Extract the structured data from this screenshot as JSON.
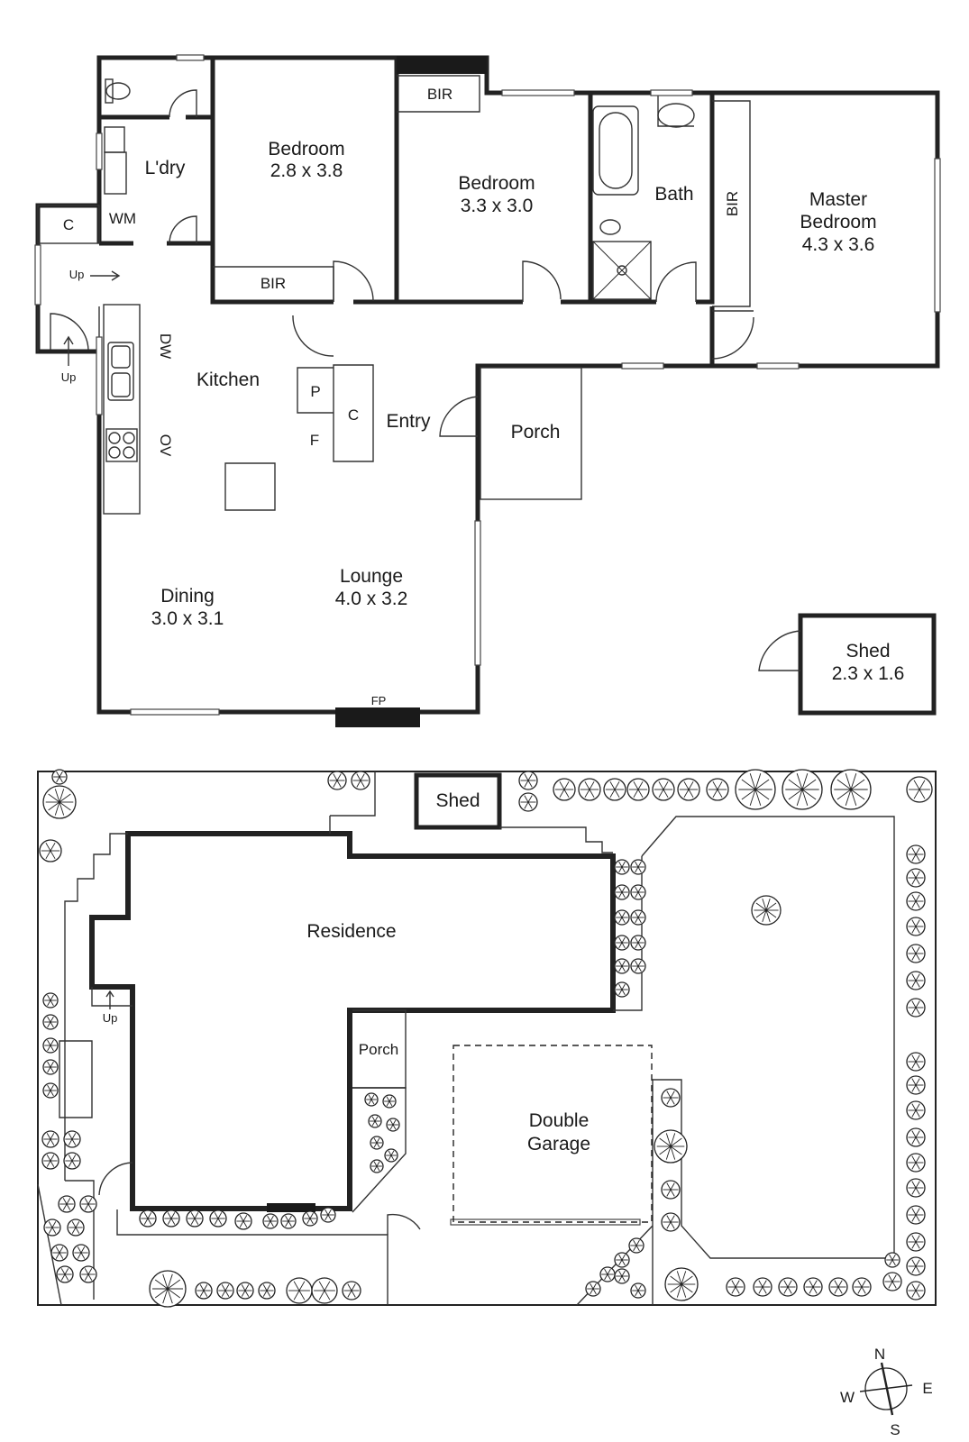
{
  "floor_plan": {
    "rooms": {
      "laundry": "L'dry",
      "washing_machine": "WM",
      "cupboard_c1": "C",
      "bedroom2_name": "Bedroom",
      "bedroom2_size": "2.8 x 3.8",
      "bir_top": "BIR",
      "bedroom3_name": "Bedroom",
      "bedroom3_size": "3.3 x 3.0",
      "bath": "Bath",
      "bir_master": "BIR",
      "master_name_1": "Master",
      "master_name_2": "Bedroom",
      "master_size": "4.3 x 3.6",
      "bir_bed2": "BIR",
      "kitchen": "Kitchen",
      "dishwasher": "DW",
      "oven": "OV",
      "pantry": "P",
      "fridge": "F",
      "cupboard_c2": "C",
      "entry": "Entry",
      "porch": "Porch",
      "dining_name": "Dining",
      "dining_size": "3.0 x 3.1",
      "lounge_name": "Lounge",
      "lounge_size": "4.0 x 3.2",
      "fireplace": "FP",
      "shed_name": "Shed",
      "shed_size": "2.3 x 1.6"
    },
    "arrows": {
      "up_side": "Up",
      "up_bottom": "Up"
    }
  },
  "site_plan": {
    "shed": "Shed",
    "residence": "Residence",
    "porch": "Porch",
    "up": "Up",
    "garage_1": "Double",
    "garage_2": "Garage"
  },
  "compass": {
    "north": "N",
    "south": "S",
    "east": "E",
    "west": "W"
  }
}
